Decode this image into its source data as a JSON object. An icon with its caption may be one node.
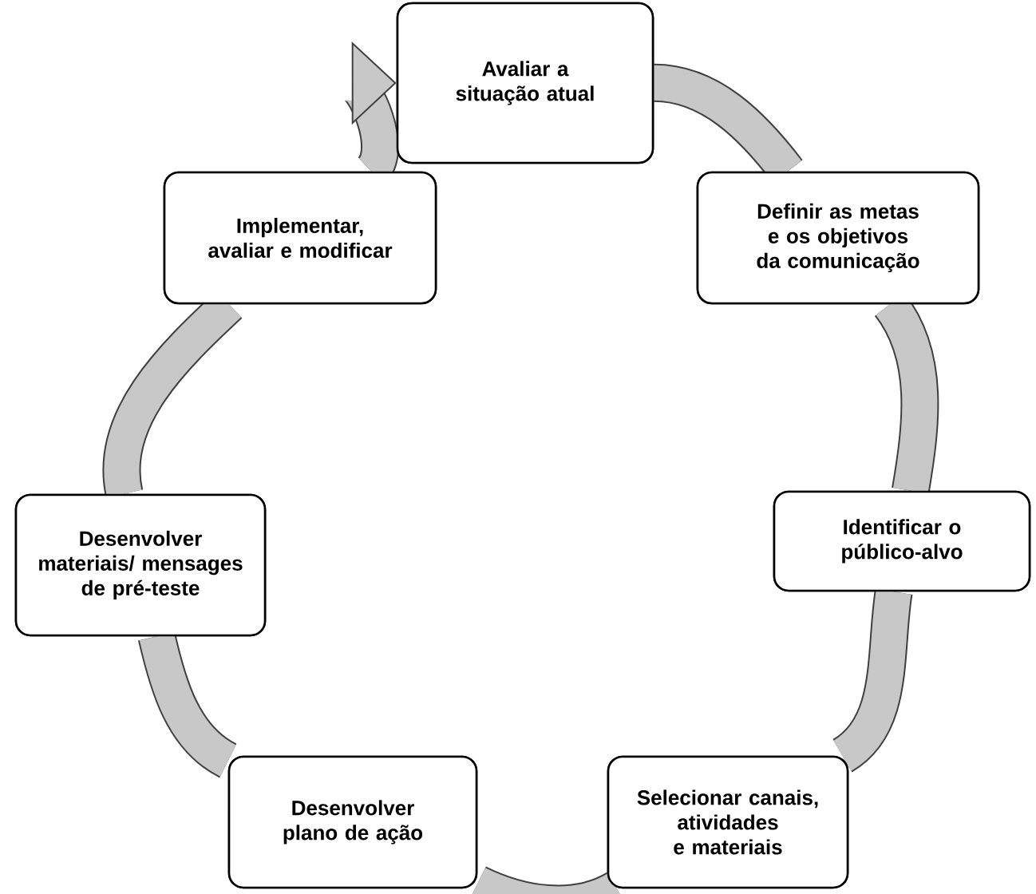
{
  "diagram": {
    "nodes": [
      {
        "text": [
          "Avaliar a situação atual"
        ]
      },
      {
        "text": [
          "Definir as metas e os objetivos da comunicação"
        ]
      },
      {
        "text": [
          "Identificar o público-alvo"
        ]
      },
      {
        "text": [
          "Selecionar canais, atividades e materiais"
        ]
      },
      {
        "text": [
          "Desenvolver plano de ação"
        ]
      },
      {
        "text": [
          "Desenvolver materiais/ mensages de pré-teste"
        ]
      },
      {
        "text": [
          "Implementar, avaliar e modificar"
        ]
      }
    ],
    "edges": [
      {
        "from": 0,
        "to": 1,
        "arrow": "none"
      },
      {
        "from": 1,
        "to": 2,
        "arrow": "none"
      },
      {
        "from": 2,
        "to": 3,
        "arrow": "none"
      },
      {
        "from": 3,
        "to": 4,
        "arrow": "none"
      },
      {
        "from": 4,
        "to": 5,
        "arrow": "none"
      },
      {
        "from": 5,
        "to": 6,
        "arrow": "none"
      },
      {
        "from": 6,
        "to": 0,
        "arrow": "to"
      }
    ]
  }
}
